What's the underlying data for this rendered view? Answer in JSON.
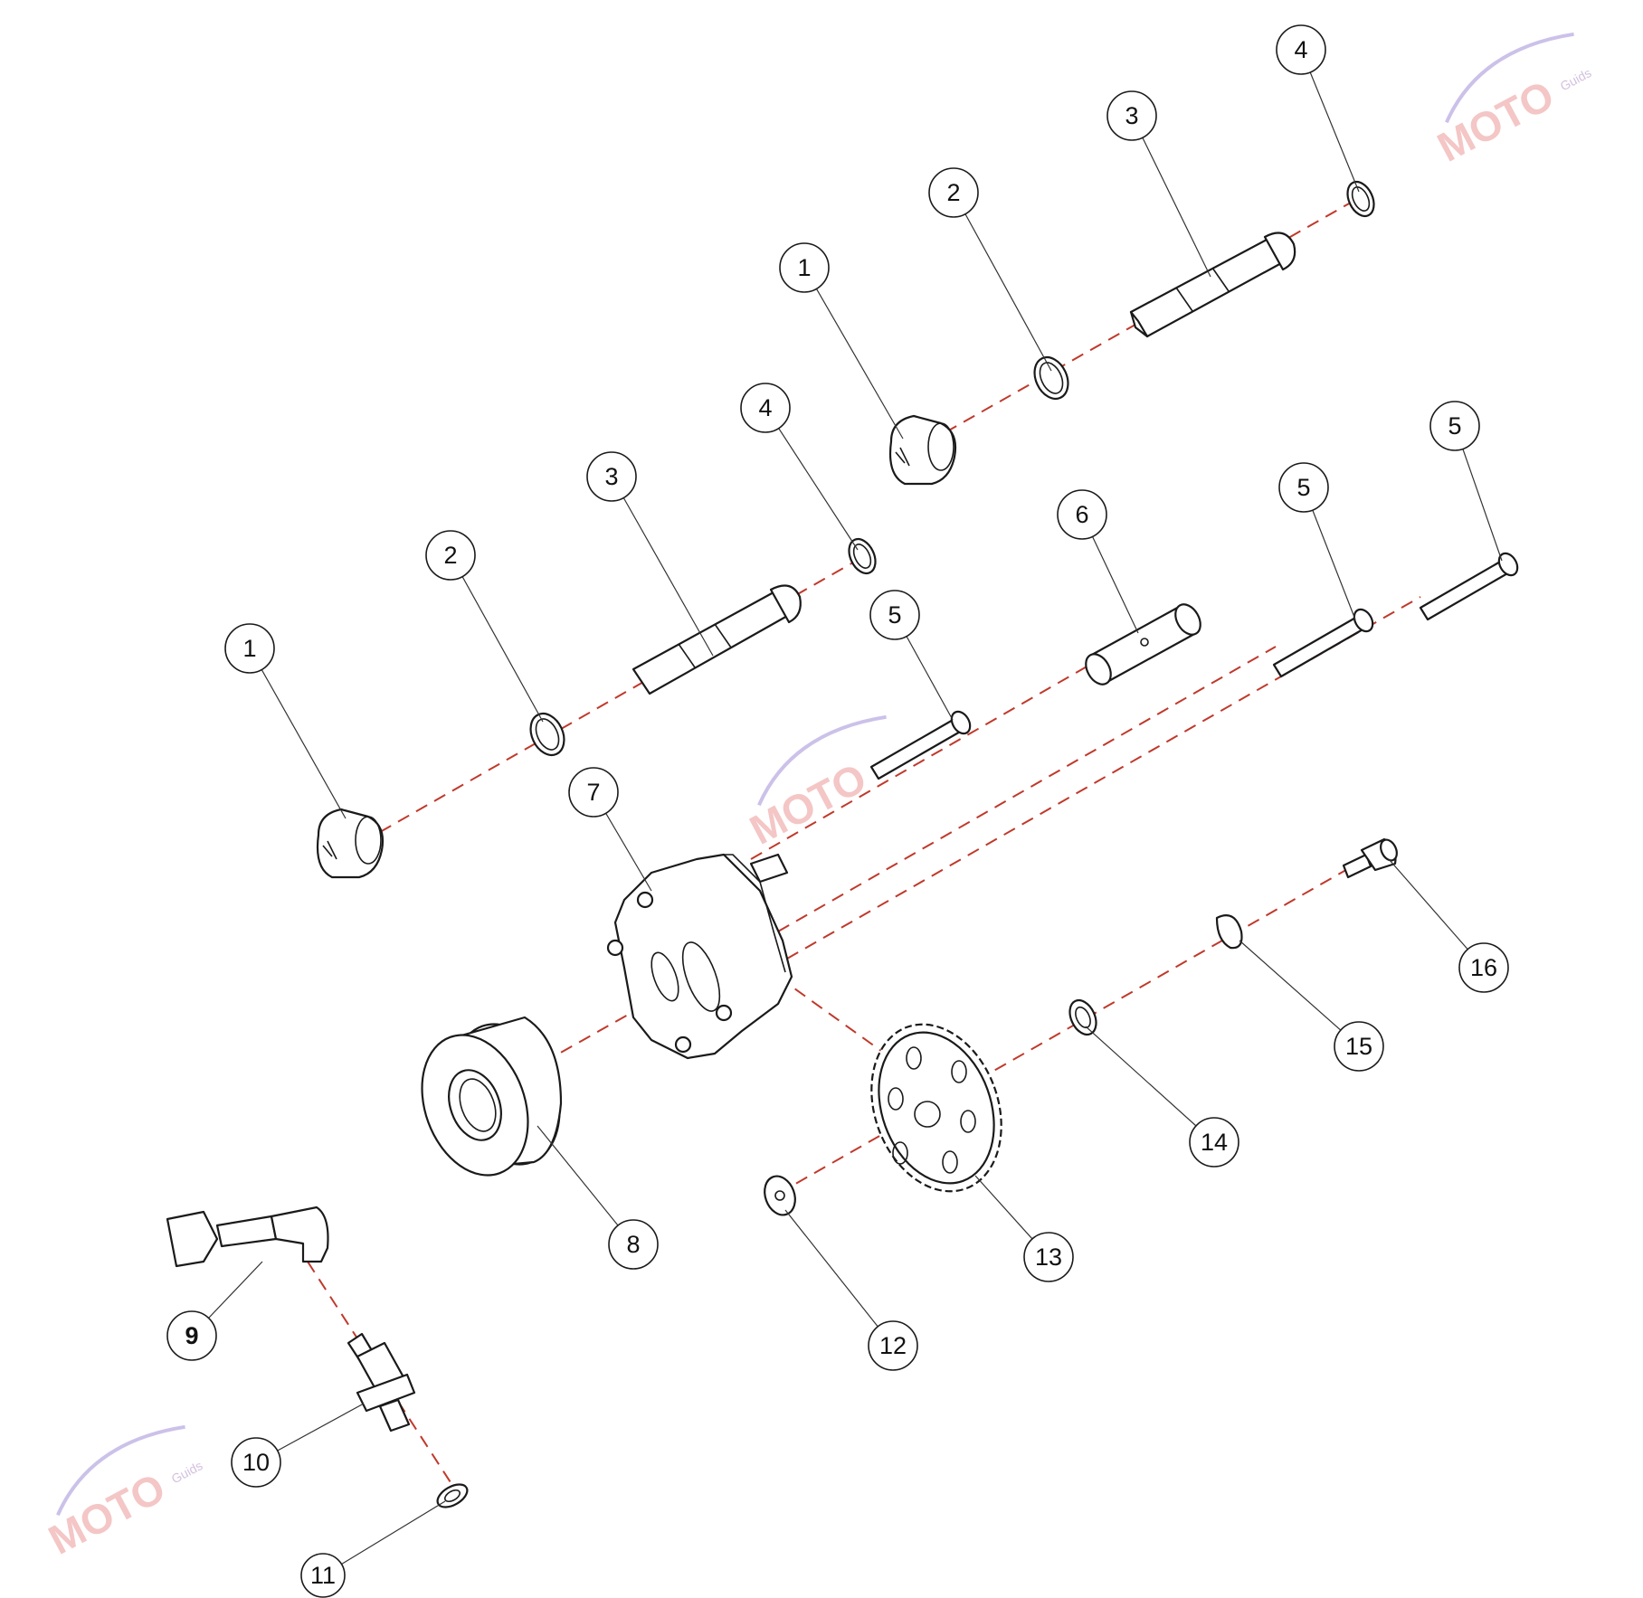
{
  "watermark": {
    "brand": "MOTO",
    "sub": "Guids"
  },
  "callouts": [
    "1",
    "2",
    "3",
    "4",
    "1",
    "2",
    "3",
    "4",
    "5",
    "6",
    "5",
    "5",
    "7",
    "8",
    "9",
    "10",
    "11",
    "12",
    "13",
    "14",
    "15",
    "16"
  ],
  "colors": {
    "axis": "#c0392b",
    "line": "#1a1a1a",
    "watermark": "#f2b8b8"
  }
}
